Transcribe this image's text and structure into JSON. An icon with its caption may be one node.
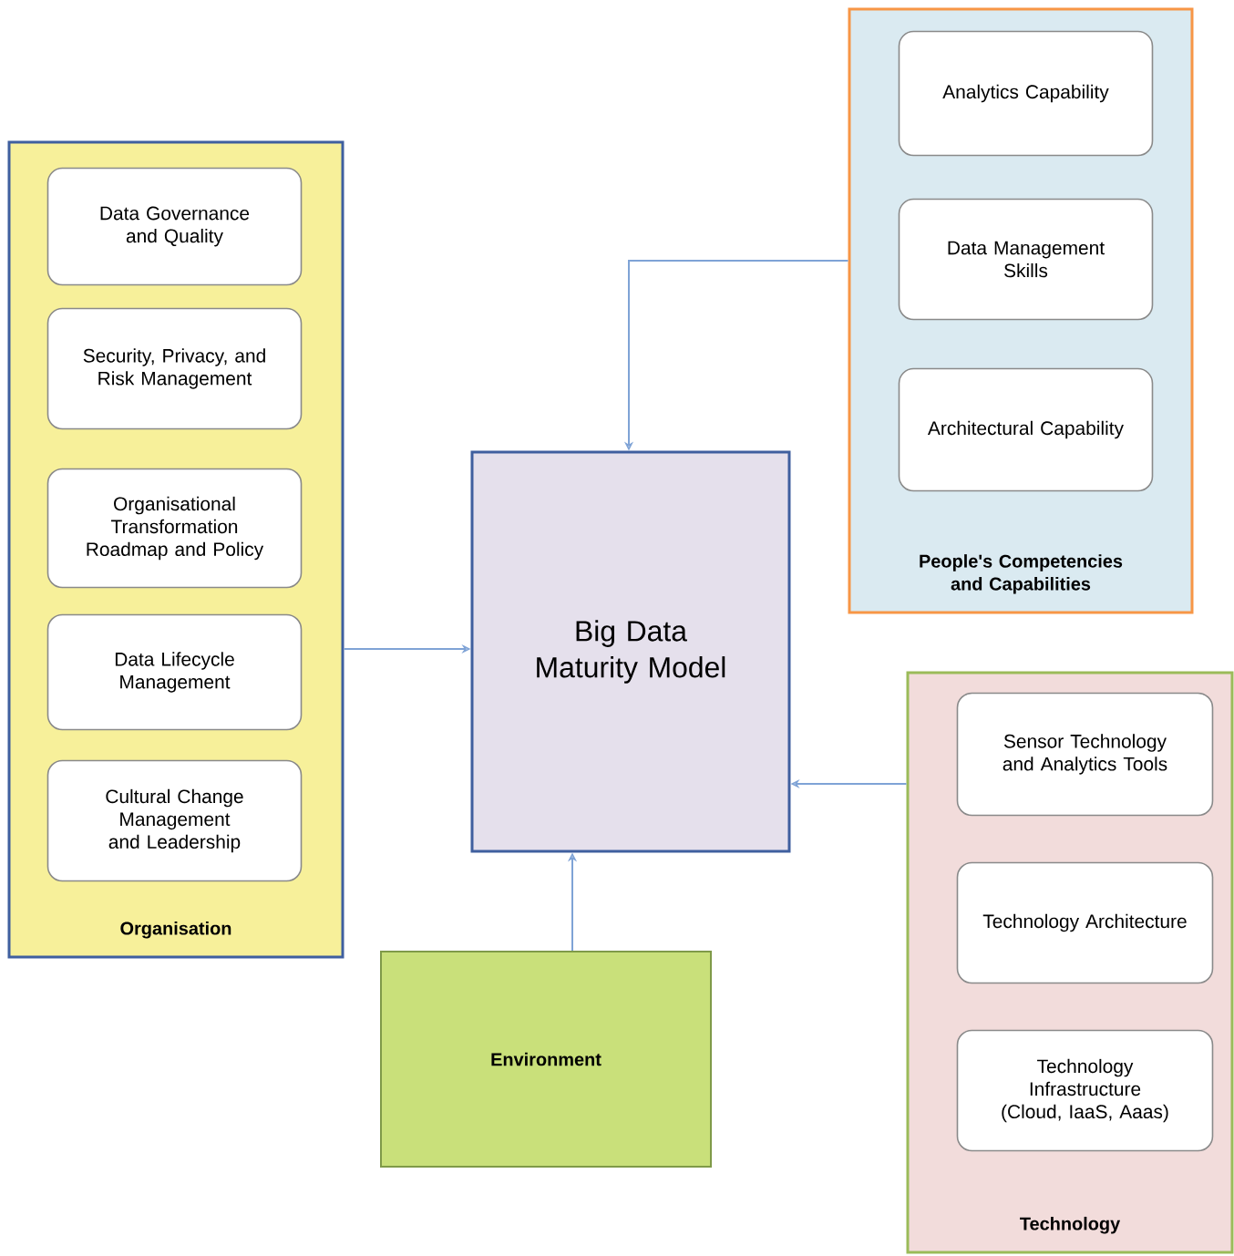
{
  "diagram": {
    "nodes": [
      {
        "text": [
          "Organisation"
        ]
      },
      {
        "text": [
          "Data Governance and Quality"
        ],
        "in": 0
      },
      {
        "text": [
          "Security, Privacy, and Risk Management"
        ],
        "in": 0
      },
      {
        "text": [
          "Organisational Transformation Roadmap and Policy"
        ],
        "in": 0
      },
      {
        "text": [
          "Data Lifecycle Management"
        ],
        "in": 0
      },
      {
        "text": [
          "Cultural Change Management and Leadership"
        ],
        "in": 0
      },
      {
        "text": [
          "People's Competencies and Capabilities"
        ]
      },
      {
        "text": [
          "Analytics Capability"
        ],
        "in": 6
      },
      {
        "text": [
          "Data Management Skills"
        ],
        "in": 6
      },
      {
        "text": [
          "Architectural Capability"
        ],
        "in": 6
      },
      {
        "text": [
          "Big Data Maturity Model"
        ]
      },
      {
        "text": [
          "Technology"
        ]
      },
      {
        "text": [
          "Sensor Technology and Analytics Tools"
        ],
        "in": 11
      },
      {
        "text": [
          "Technology Architecture"
        ],
        "in": 11
      },
      {
        "text": [
          "Technology Infrastructure (Cloud, IaaS, Aaas)"
        ],
        "in": 11
      },
      {
        "text": [
          "Environment"
        ]
      }
    ],
    "edges": [
      {
        "from": 0,
        "to": 10,
        "arrow": "to"
      },
      {
        "from": 6,
        "to": 10,
        "arrow": "to"
      },
      {
        "from": 11,
        "to": 10,
        "arrow": "to"
      },
      {
        "from": 15,
        "to": 10,
        "arrow": "to"
      }
    ]
  }
}
